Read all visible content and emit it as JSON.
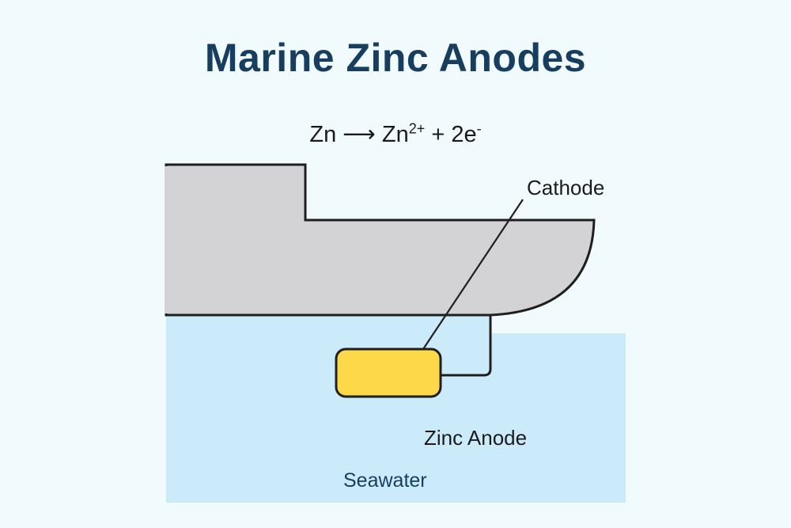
{
  "title": "Marine Zinc Anodes",
  "equation": {
    "reactant": "Zn",
    "arrow": "⟶",
    "product_base": "Zn",
    "product_charge": "2+",
    "plus": "+",
    "electrons_base": "2e",
    "electrons_charge": "-"
  },
  "labels": {
    "cathode": "Cathode",
    "anode": "Zinc Anode",
    "seawater": "Seawater"
  },
  "colors": {
    "background": "#f1fafd",
    "title": "#173d5f",
    "hull": "#d3d3d6",
    "water": "#cbebfb",
    "anode": "#fdd94a",
    "outline": "#1f1f1f"
  }
}
